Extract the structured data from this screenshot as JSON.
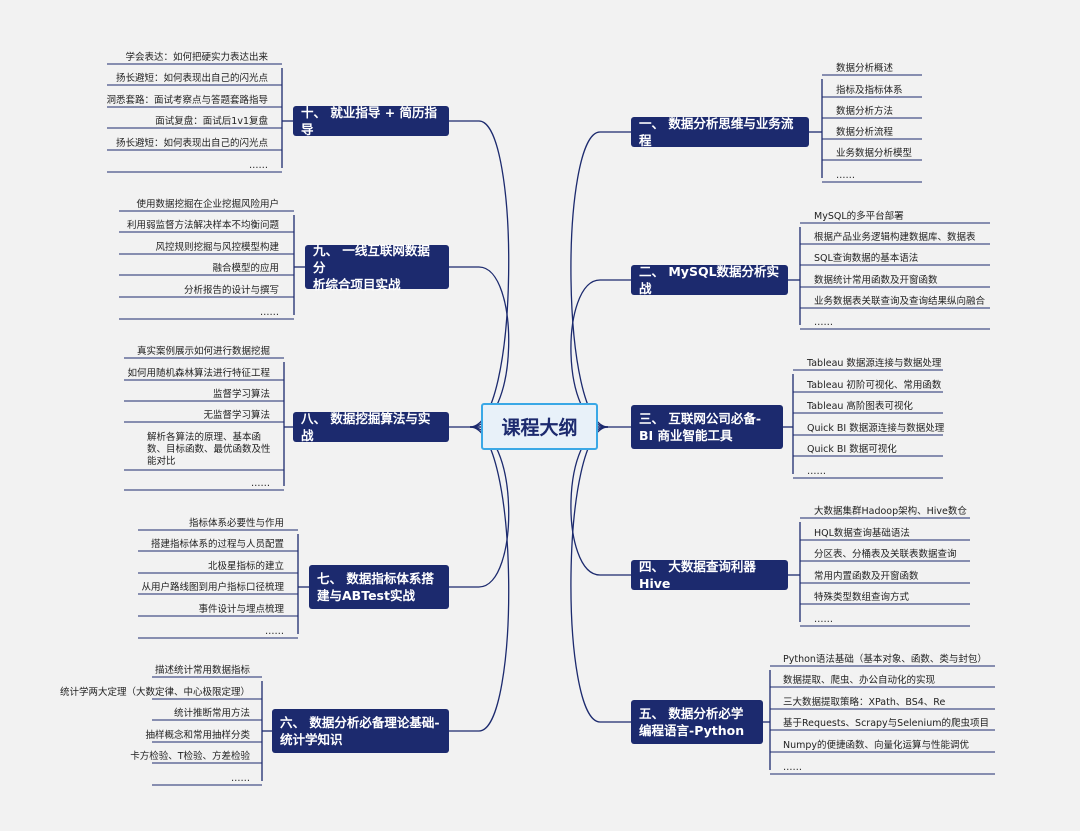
{
  "center": {
    "label": "课程大纲"
  },
  "colors": {
    "node_bg": "#1c2a6e",
    "line": "#1c2a6e",
    "center_border": "#3aa8e6",
    "center_bg": "#e8f1f9"
  },
  "branches": [
    {
      "id": "b1",
      "label": "一、 数据分析思维与业务流程",
      "items": [
        "数据分析概述",
        "指标及指标体系",
        "数据分析方法",
        "数据分析流程",
        "业务数据分析模型",
        "……"
      ]
    },
    {
      "id": "b2",
      "label": "二、 MySQL数据分析实战",
      "items": [
        "MySQL的多平台部署",
        "根据产品业务逻辑构建数据库、数据表",
        "SQL查询数据的基本语法",
        "数据统计常用函数及开窗函数",
        "业务数据表关联查询及查询结果纵向融合",
        "……"
      ]
    },
    {
      "id": "b3",
      "label": "三、 互联网公司必备-\nBI 商业智能工具",
      "items": [
        "Tableau 数据源连接与数据处理",
        "Tableau 初阶可视化、常用函数",
        "Tableau 高阶图表可视化",
        "Quick BI 数据源连接与数据处理",
        "Quick BI 数据可视化",
        "……"
      ]
    },
    {
      "id": "b4",
      "label": "四、 大数据查询利器Hive",
      "items": [
        "大数据集群Hadoop架构、Hive数仓",
        "HQL数据查询基础语法",
        "分区表、分桶表及关联表数据查询",
        "常用内置函数及开窗函数",
        "特殊类型数组查询方式",
        "……"
      ]
    },
    {
      "id": "b5",
      "label": "五、 数据分析必学\n编程语言-Python",
      "items": [
        "Python语法基础（基本对象、函数、类与封包）",
        "数据提取、爬虫、办公自动化的实现",
        "三大数据提取策略：XPath、BS4、Re",
        "基于Requests、Scrapy与Selenium的爬虫项目",
        "Numpy的便捷函数、向量化运算与性能调优",
        "……"
      ]
    },
    {
      "id": "b6",
      "label": "六、 数据分析必备理论基础-\n统计学知识",
      "items": [
        "描述统计常用数据指标",
        "统计学两大定理（大数定律、中心极限定理）",
        "统计推断常用方法",
        "抽样概念和常用抽样分类",
        "卡方检验、T检验、方差检验",
        "……"
      ]
    },
    {
      "id": "b7",
      "label": "七、 数据指标体系搭\n建与ABTest实战",
      "items": [
        "指标体系必要性与作用",
        "搭建指标体系的过程与人员配置",
        "北极星指标的建立",
        "从用户路线图到用户指标口径梳理",
        "事件设计与埋点梳理",
        "……"
      ]
    },
    {
      "id": "b8",
      "label": "八、 数据挖掘算法与实战",
      "items": [
        "真实案例展示如何进行数据挖掘",
        "如何用随机森林算法进行特征工程",
        "监督学习算法",
        "无监督学习算法",
        "解析各算法的原理、基本函\n数、目标函数、最优函数及性\n能对比",
        "……"
      ]
    },
    {
      "id": "b9",
      "label": "九、 一线互联网数据分\n析综合项目实战",
      "items": [
        "使用数据挖掘在企业挖掘风险用户",
        "利用弱监督方法解决样本不均衡问题",
        "风控规则挖掘与风控模型构建",
        "融合模型的应用",
        "分析报告的设计与撰写",
        "……"
      ]
    },
    {
      "id": "b10",
      "label": "十、 就业指导 + 简历指导",
      "items": [
        "学会表达：如何把硬实力表达出来",
        "扬长避短：如何表现出自己的闪光点",
        "洞悉套路：面试考察点与答题套路指导",
        "面试复盘：面试后1v1复盘",
        "扬长避短：如何表现出自己的闪光点",
        "……"
      ]
    }
  ]
}
